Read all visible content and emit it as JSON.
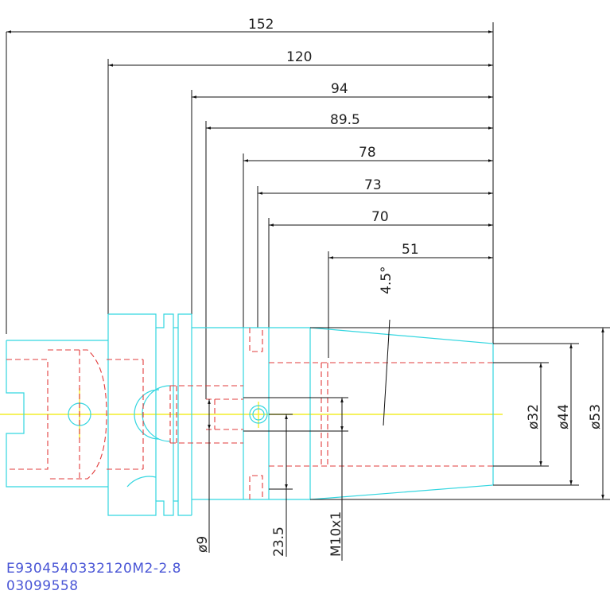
{
  "drawing": {
    "dimensions_top": [
      "152",
      "120",
      "94",
      "89.5",
      "78",
      "73",
      "70",
      "51"
    ],
    "angle_label": "4.5°",
    "diameters_right": [
      "ø32",
      "ø44",
      "ø53"
    ],
    "bottom_labels": [
      "ø9",
      "23.5",
      "M10x1"
    ],
    "part_code": "E9304540332120M2-2.8",
    "part_number": "03099558",
    "colors": {
      "outline": "#33d6e0",
      "hidden": "#e23b3b",
      "centerline": "#f2ee2a",
      "dimension": "#111111",
      "code_text": "#4a56d6"
    }
  }
}
